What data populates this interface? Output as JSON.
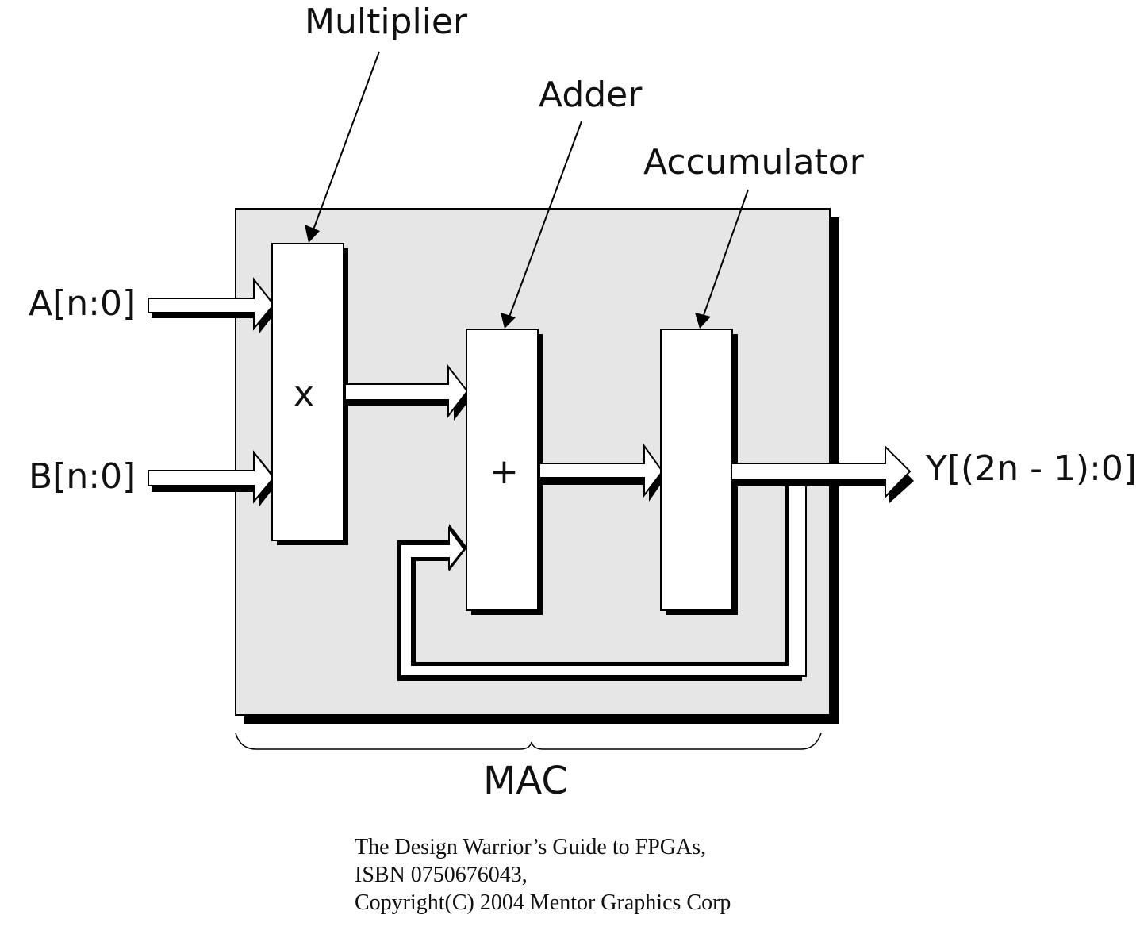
{
  "diagram": {
    "title_labels": {
      "multiplier": "Multiplier",
      "adder": "Adder",
      "accumulator": "Accumulator"
    },
    "inputs": {
      "a": "A[n:0]",
      "b": "B[n:0]"
    },
    "output": "Y[(2n - 1):0]",
    "block_symbols": {
      "multiplier": "x",
      "adder": "+"
    },
    "group_label": "MAC",
    "colors": {
      "background": "#ffffff",
      "mac_fill": "#e6e6e6",
      "block_fill": "#ffffff",
      "stroke": "#000000",
      "shadow": "#000000"
    }
  },
  "caption": {
    "line1": "The Design Warrior’s Guide to FPGAs,",
    "line2": "ISBN 0750676043,",
    "line3": "Copyright(C) 2004 Mentor Graphics Corp"
  }
}
